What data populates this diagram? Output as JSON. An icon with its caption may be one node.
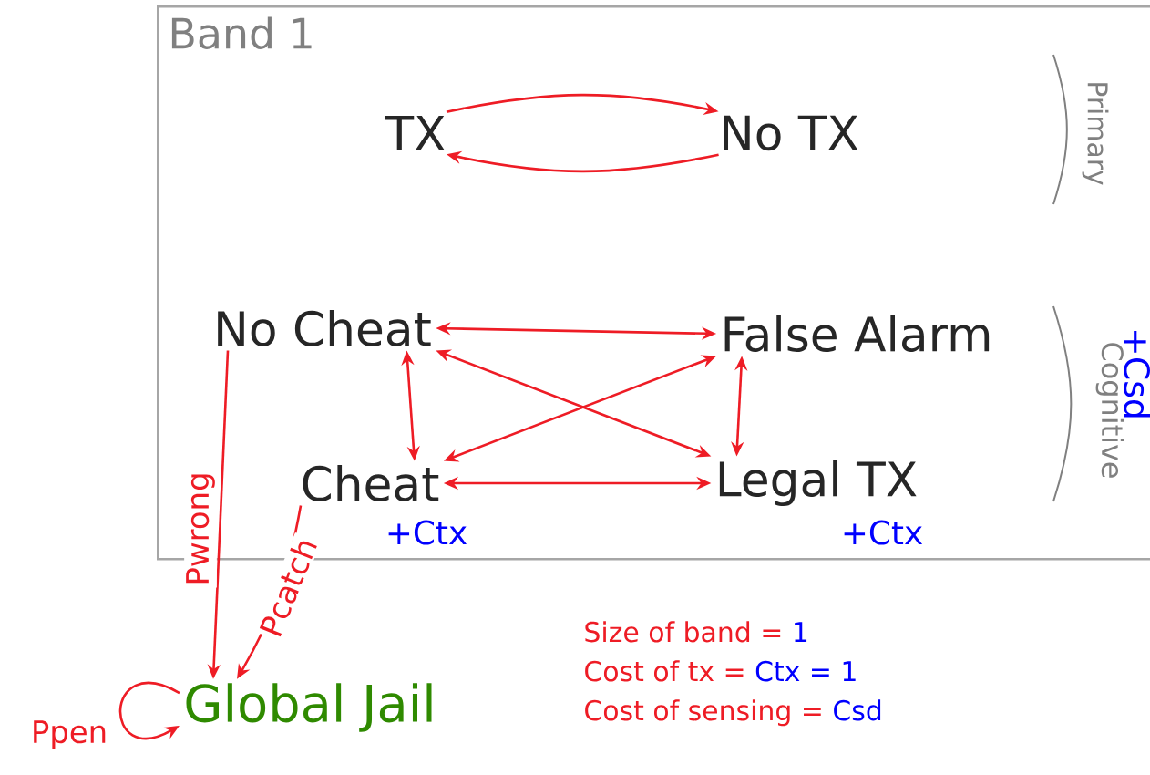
{
  "diagram": {
    "nodes": [
      {
        "text": [
          "Band 1"
        ]
      },
      {
        "text": [
          "TX"
        ],
        "in": 0
      },
      {
        "text": [
          "No TX"
        ],
        "in": 0
      },
      {
        "text": [
          "No Cheat"
        ],
        "in": 0
      },
      {
        "text": [
          "False Alarm"
        ],
        "in": 0
      },
      {
        "text": [
          "Cheat"
        ],
        "in": 0,
        "beside": [
          "+Ctx"
        ]
      },
      {
        "text": [
          "Legal TX"
        ],
        "in": 0,
        "beside": [
          "+Ctx"
        ]
      },
      {
        "text": [
          "Global Jail"
        ]
      }
    ],
    "edges": [
      {
        "from": 1,
        "to": 2,
        "arrow": "to"
      },
      {
        "from": 2,
        "to": 1,
        "arrow": "to"
      },
      {
        "from": 3,
        "to": 4,
        "arrow": "both"
      },
      {
        "from": 3,
        "to": 5,
        "arrow": "both"
      },
      {
        "from": 4,
        "to": 6,
        "arrow": "both"
      },
      {
        "from": 5,
        "to": 6,
        "arrow": "both"
      },
      {
        "from": 3,
        "to": 6,
        "arrow": "both"
      },
      {
        "from": 5,
        "to": 4,
        "arrow": "both"
      },
      {
        "from": 3,
        "to": 7,
        "arrow": "to",
        "label": "Pwrong"
      },
      {
        "from": 5,
        "to": 7,
        "arrow": "to",
        "label": "Pcatch"
      },
      {
        "from": 7,
        "to": 7,
        "arrow": "to",
        "label": "Ppen"
      }
    ],
    "labels": [
      "Primary",
      "Cognitive",
      "+Csd",
      "Size of band =",
      "1",
      "Cost of tx =",
      "Ctx = 1",
      "Cost of sensing =",
      "Csd"
    ]
  }
}
